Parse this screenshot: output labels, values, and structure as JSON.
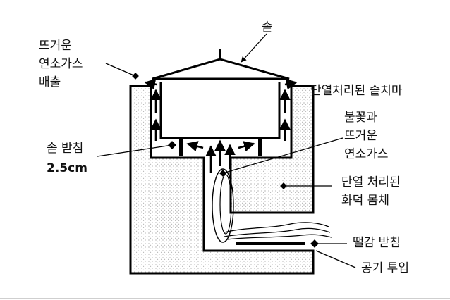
{
  "labels": {
    "pot": "솥",
    "hot_gas_exhaust": [
      "뜨거운",
      "연소가스",
      "배출"
    ],
    "pot_skirt": "단열처리된 솥치마",
    "flame_gas": [
      "불꽃과",
      "뜨거운",
      "연소가스"
    ],
    "insulated_body": [
      "단열 처리된",
      "화덕 몸체"
    ],
    "pot_support": [
      "솥 받침",
      "2.5cm"
    ],
    "fuel_shelf": "땔감 받침",
    "air_inlet": "공기 투입"
  },
  "colors": {
    "stroke": "#000000",
    "insulation_dots": "#9a9a9a",
    "background": "#ffffff"
  }
}
